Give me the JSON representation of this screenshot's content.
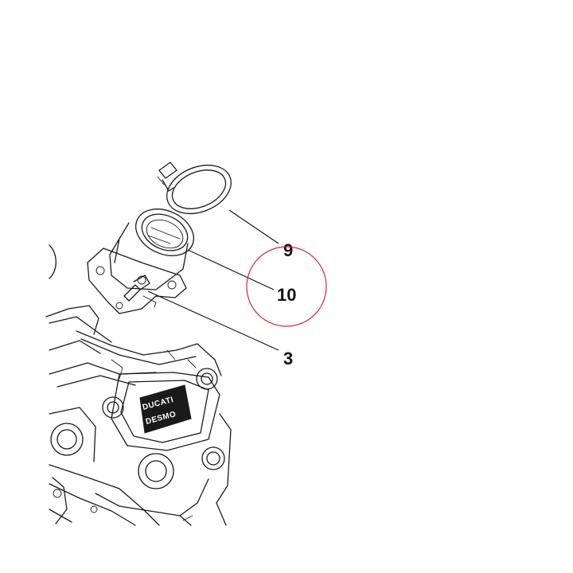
{
  "callouts": {
    "part_9": "9",
    "part_10": "10",
    "part_3": "3"
  },
  "engine": {
    "brand_line_1": "DUCATI",
    "brand_line_2": "DESMO"
  },
  "highlight": {
    "target": "10",
    "color": "#d0263a"
  }
}
